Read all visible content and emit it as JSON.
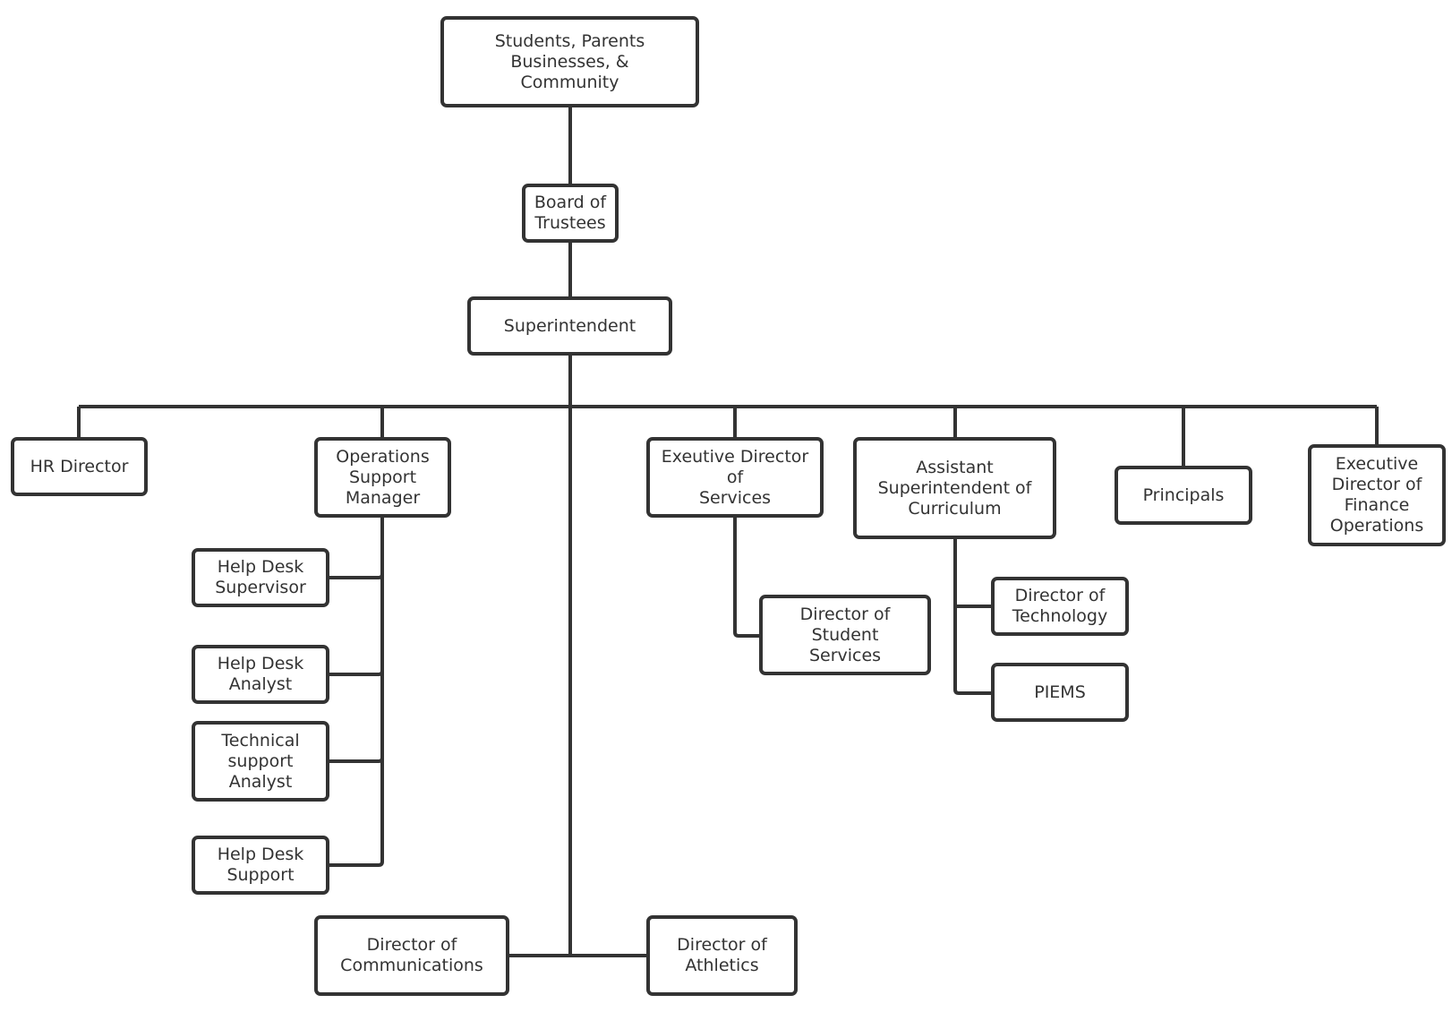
{
  "nodes": {
    "stakeholders": "Students, Parents\nBusinesses, &\nCommunity",
    "board": "Board of\nTrustees",
    "superintendent": "Superintendent",
    "hr_director": "HR Director",
    "operations_support_manager": "Operations\nSupport\nManager",
    "help_desk_supervisor": "Help Desk\nSupervisor",
    "help_desk_analyst": "Help Desk\nAnalyst",
    "technical_support_analyst": "Technical\nsupport\nAnalyst",
    "help_desk_support": "Help Desk\nSupport",
    "exec_director_services": "Exeutive Director\nof\nServices",
    "director_student_services": "Director of\nStudent\nServices",
    "asst_superintendent_curriculum": "Assistant\nSuperintendent of\nCurriculum",
    "director_technology": "Director of\nTechnology",
    "piems": "PIEMS",
    "principals": "Principals",
    "exec_director_finance": "Executive\nDirector of\nFinance\nOperations",
    "director_communications": "Director of\nCommunications",
    "director_athletics": "Director of\nAthletics"
  },
  "colors": {
    "stroke": "#333333",
    "background": "#ffffff",
    "text": "#333333"
  }
}
